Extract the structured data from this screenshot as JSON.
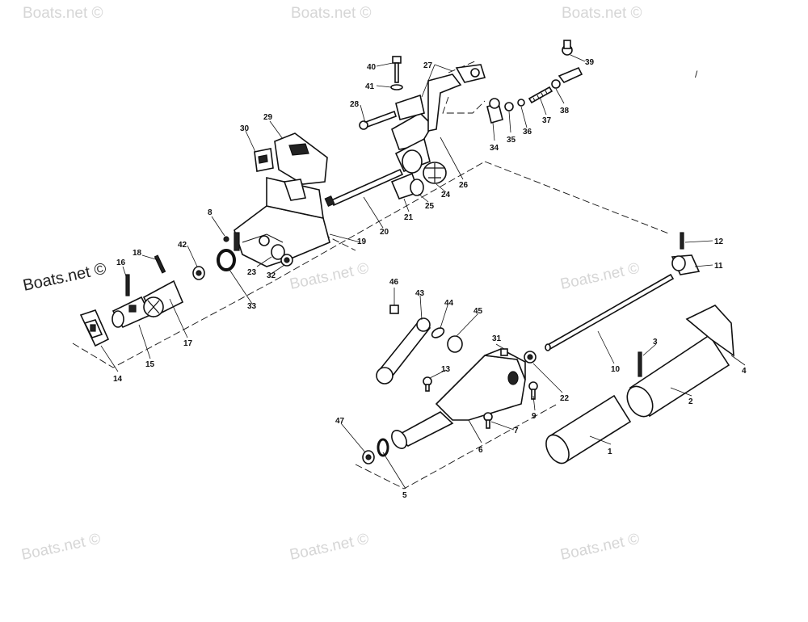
{
  "watermarks": {
    "small": "Boats.net ©",
    "main": "Boats.net ©"
  },
  "stray_mark": "/",
  "callouts": {
    "c1": "1",
    "c2": "2",
    "c3": "3",
    "c4": "4",
    "c5": "5",
    "c6": "6",
    "c7": "7",
    "c8": "8",
    "c9": "9",
    "c10": "10",
    "c11": "11",
    "c12": "12",
    "c13": "13",
    "c14": "14",
    "c15": "15",
    "c16": "16",
    "c17": "17",
    "c18": "18",
    "c19": "19",
    "c20": "20",
    "c21": "21",
    "c22": "22",
    "c23": "23",
    "c24": "24",
    "c25": "25",
    "c26": "26",
    "c27": "27",
    "c28": "28",
    "c29": "29",
    "c30": "30",
    "c31": "31",
    "c32": "32",
    "c33": "33",
    "c34": "34",
    "c35": "35",
    "c36": "36",
    "c37": "37",
    "c38": "38",
    "c39": "39",
    "c40": "40",
    "c41": "41",
    "c42": "42",
    "c43": "43",
    "c44": "44",
    "c45": "45",
    "c46": "46",
    "c47": "47"
  },
  "colors": {
    "ink": "#111111",
    "watermark": "#d6d6d6",
    "background": "#ffffff"
  }
}
